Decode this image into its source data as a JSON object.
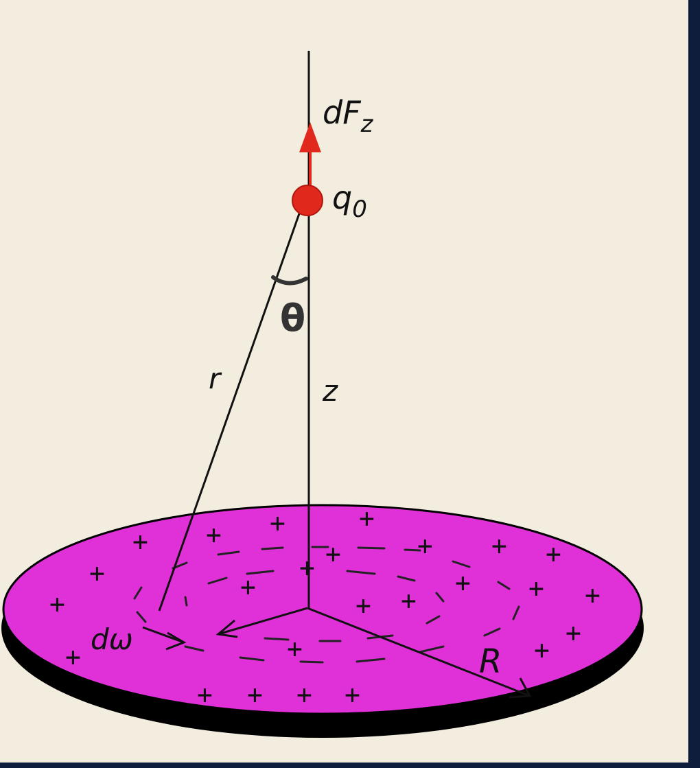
{
  "figure": {
    "labels": {
      "force": "dF",
      "force_subscript": "z",
      "charge": "q",
      "charge_subscript": "0",
      "angle": "θ",
      "distance_r": "r",
      "height_z": "z",
      "area_element": "dω",
      "radius": "R"
    },
    "colors": {
      "background": "#f3ede0",
      "frame": "#0f1d3d",
      "disk": "#e030d8",
      "disk_edge": "#000000",
      "charge_and_force": "#e0281c",
      "lines": "#111111"
    },
    "icons": [
      "charged-disk",
      "point-charge",
      "force-arrow",
      "angle-arc"
    ]
  }
}
